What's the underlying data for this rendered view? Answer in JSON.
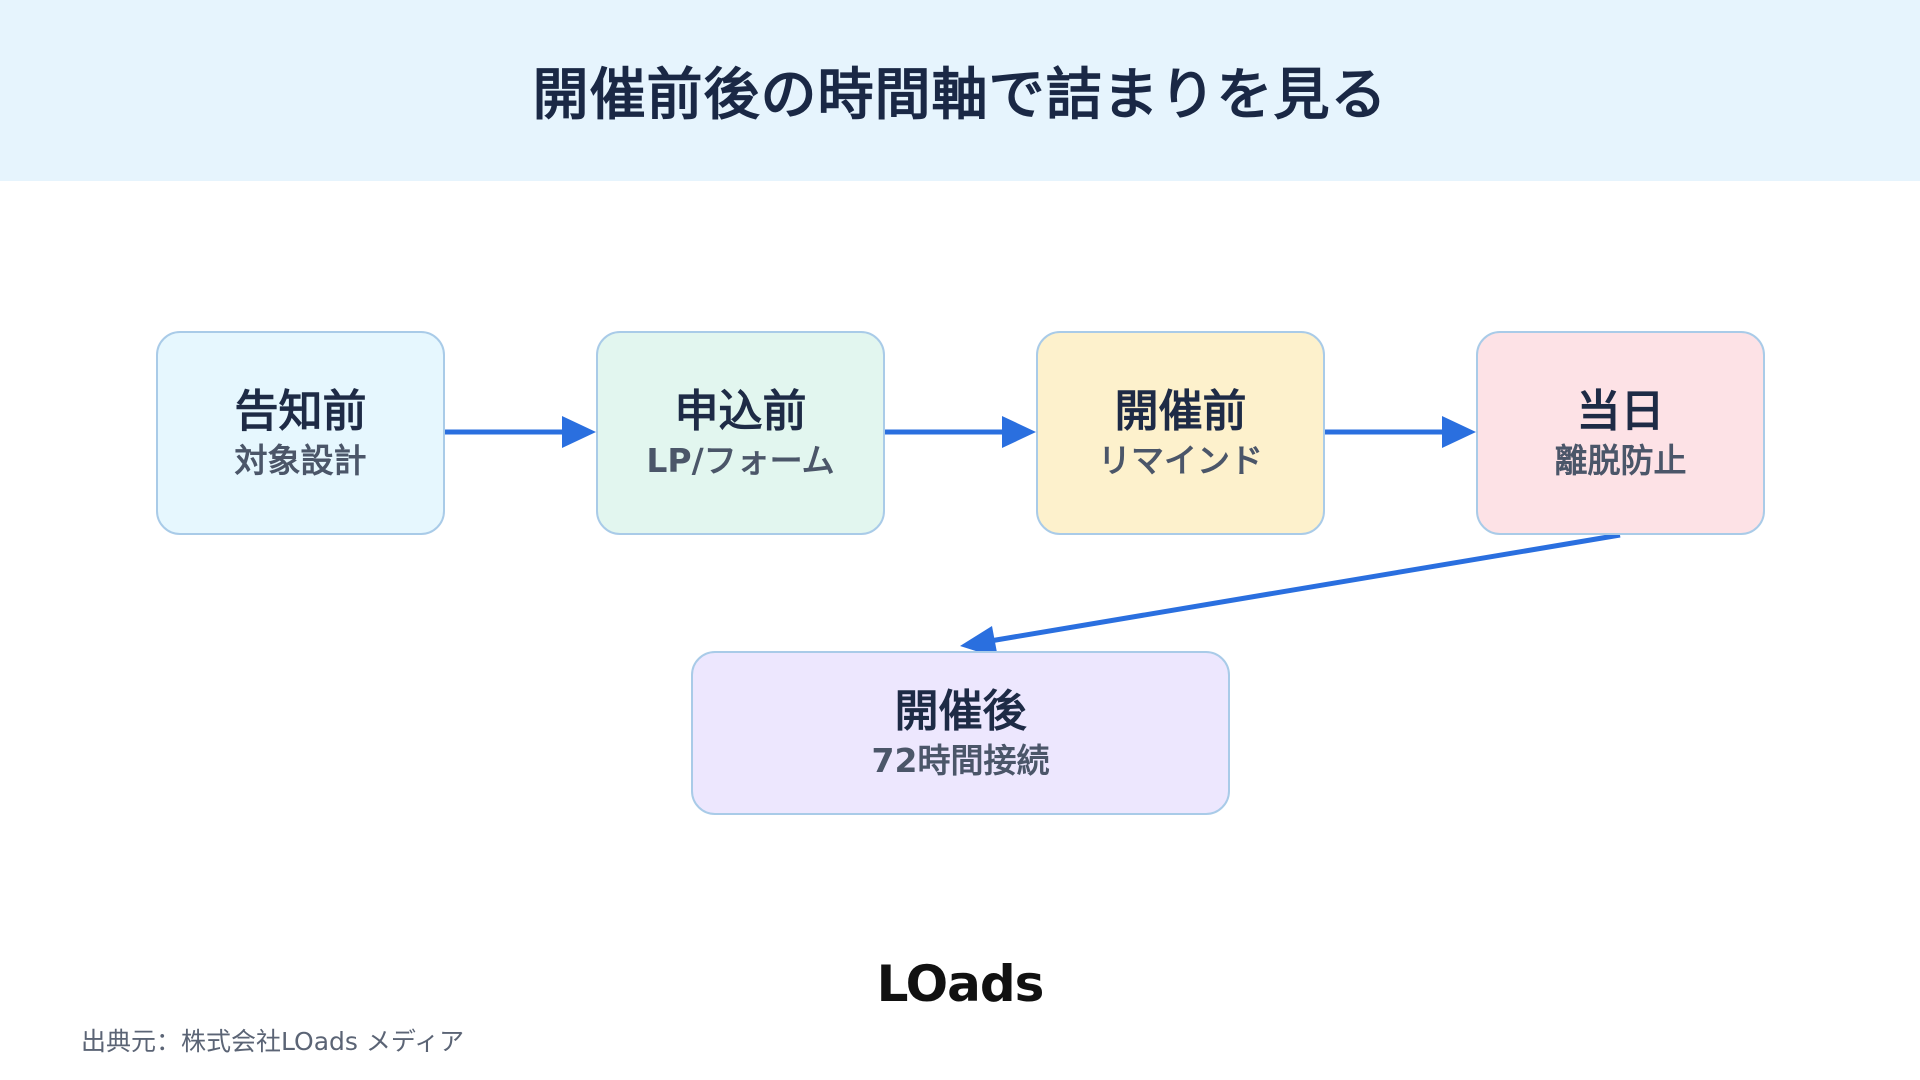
{
  "title": "開催前後の時間軸で詰まりを見る",
  "nodes": [
    {
      "title": "告知前",
      "sub": "対象設計",
      "color": "#e6f7fe"
    },
    {
      "title": "申込前",
      "sub": "LP/フォーム",
      "color": "#e2f6ef"
    },
    {
      "title": "開催前",
      "sub": "リマインド",
      "color": "#fdf1cc"
    },
    {
      "title": "当日",
      "sub": "離脱防止",
      "color": "#fde2e6"
    },
    {
      "title": "開催後",
      "sub": "72時間接続",
      "color": "#ede7fe"
    }
  ],
  "edges": [
    {
      "from": "告知前",
      "to": "申込前"
    },
    {
      "from": "申込前",
      "to": "開催前"
    },
    {
      "from": "開催前",
      "to": "当日"
    },
    {
      "from": "当日",
      "to": "開催後"
    }
  ],
  "colors": {
    "arrow": "#2a6fdf",
    "node_border": "#a9cbe8",
    "header_bg": "#e6f4fd"
  },
  "logo": "LOads",
  "source": "出典元：株式会社LOads メディア"
}
